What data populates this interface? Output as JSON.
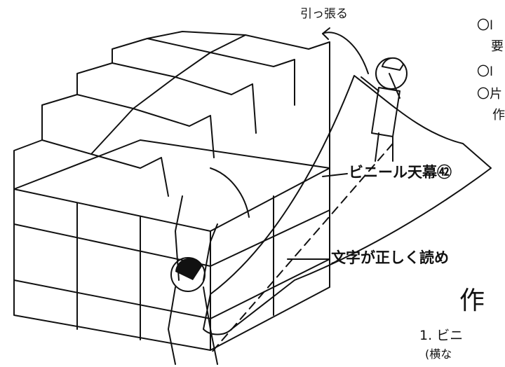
{
  "labels": {
    "pull": "引っ張る",
    "vinyl_roof": "ビニール天幕㊷",
    "text_readable": "文字が正しく読め"
  },
  "section": {
    "heading": "作",
    "step_number": "1.",
    "step_text": "ビニ",
    "step_sub": "(横な"
  },
  "bullets": [
    {
      "mark": "〇",
      "text": "l"
    },
    {
      "mark": "",
      "text": "要"
    },
    {
      "mark": "〇",
      "text": "l"
    },
    {
      "mark": "〇",
      "text": "片"
    },
    {
      "mark": "",
      "text": "作"
    }
  ]
}
